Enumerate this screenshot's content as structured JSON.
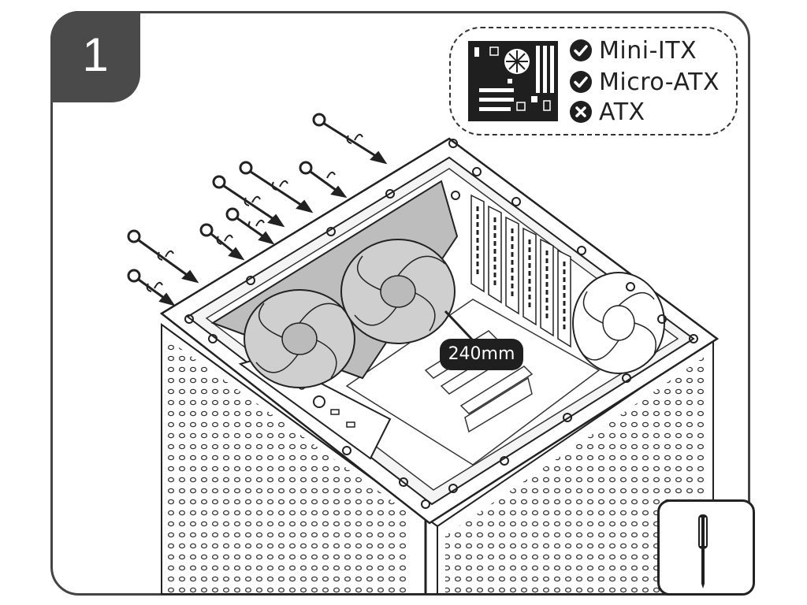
{
  "step": {
    "number": "1"
  },
  "compatibility": {
    "items": [
      {
        "label": "Mini-ITX",
        "status": "supported",
        "icon": "check-circle-icon"
      },
      {
        "label": "Micro-ATX",
        "status": "supported",
        "icon": "check-circle-icon"
      },
      {
        "label": "ATX",
        "status": "unsupported",
        "icon": "x-circle-icon"
      }
    ]
  },
  "radiator": {
    "size_label": "240mm"
  },
  "tool": {
    "icon": "screwdriver-icon"
  },
  "colors": {
    "frame": "#444444",
    "tab": "#4a4a4a",
    "line": "#222222",
    "panel_fill": "#bdbdbd"
  }
}
